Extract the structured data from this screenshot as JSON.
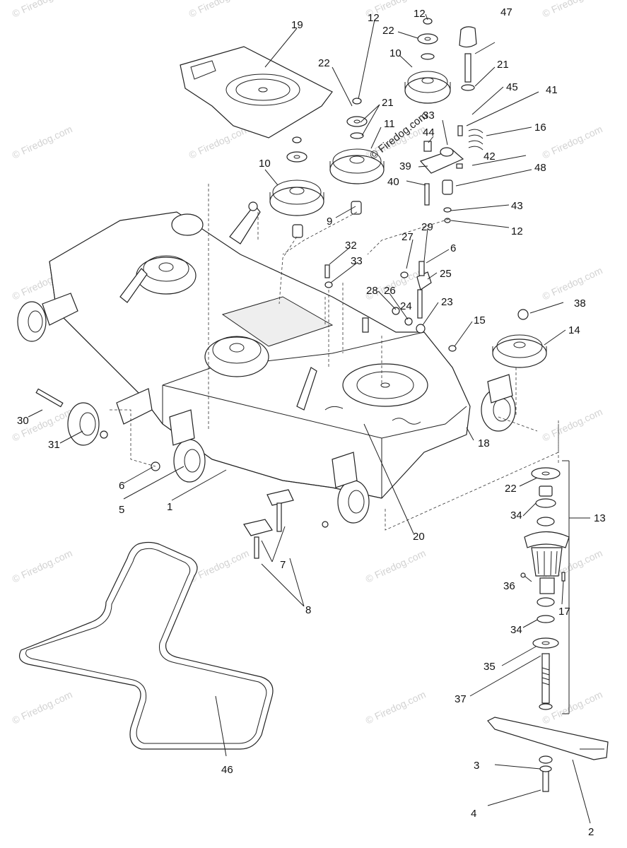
{
  "watermark": {
    "text": "© Firedog.com"
  },
  "stamp": {
    "text": "© Firedog.com"
  },
  "callouts": [
    "1",
    "2",
    "3",
    "4",
    "5",
    "6",
    "6",
    "7",
    "8",
    "9",
    "10",
    "10",
    "11",
    "12",
    "12",
    "12",
    "13",
    "14",
    "15",
    "16",
    "17",
    "18",
    "19",
    "20",
    "21",
    "21",
    "21",
    "22",
    "22",
    "22",
    "23",
    "24",
    "25",
    "26",
    "27",
    "28",
    "29",
    "30",
    "31",
    "32",
    "33",
    "33",
    "34",
    "34",
    "35",
    "36",
    "37",
    "38",
    "39",
    "40",
    "41",
    "42",
    "43",
    "44",
    "45",
    "46",
    "47",
    "48"
  ],
  "colors": {
    "line": "#222222",
    "watermark": "#d2d2d2",
    "background": "#ffffff"
  }
}
